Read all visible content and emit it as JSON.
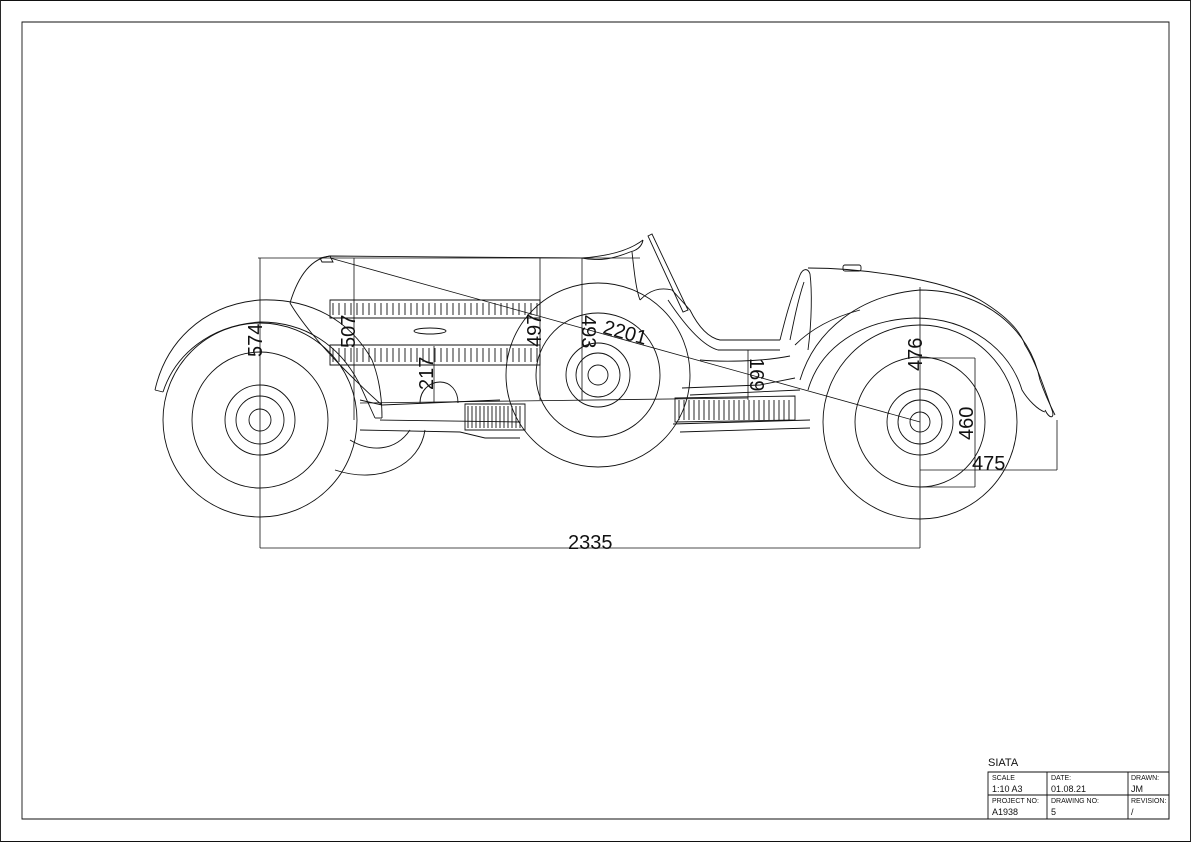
{
  "dimensions": {
    "d574": "574",
    "d507": "507",
    "d217": "217",
    "d497": "497",
    "d493": "493",
    "d2201": "2201",
    "d169": "169",
    "d476": "476",
    "d460": "460",
    "d475": "475",
    "d2335": "2335"
  },
  "title_block": {
    "title": "SIATA",
    "scale_label": "SCALE",
    "scale_value": "1:10 A3",
    "date_label": "DATE:",
    "date_value": "01.08.21",
    "drawn_label": "DRAWN:",
    "drawn_value": "JM",
    "project_label": "PROJECT NO:",
    "project_value": "A1938",
    "drawing_label": "DRAWING NO:",
    "drawing_value": "5",
    "revision_label": "REVISION:",
    "revision_value": "/"
  }
}
